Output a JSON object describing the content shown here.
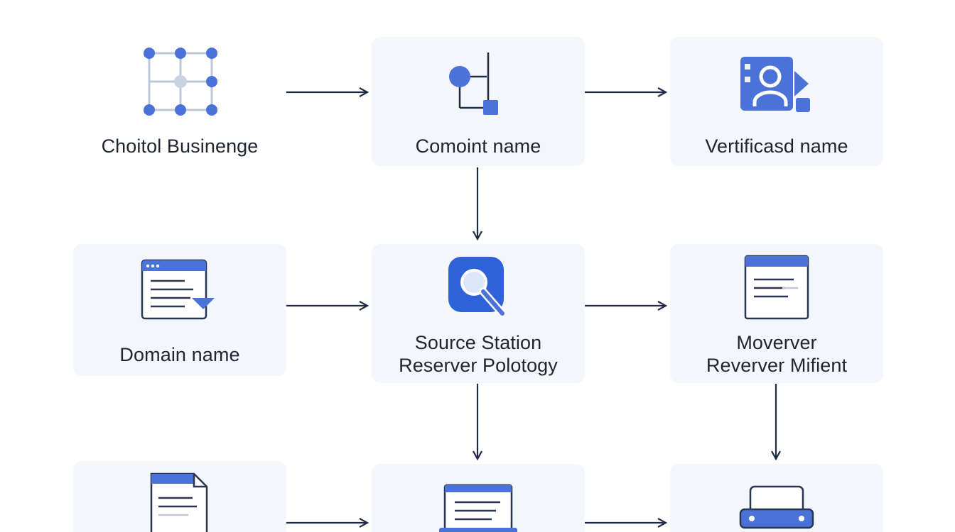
{
  "colors": {
    "accent": "#4a72d8",
    "accent_light": "#bcc8da",
    "card_bg": "#f3f6fa",
    "line": "#1f2a44",
    "text": "#1f2430"
  },
  "nodes": {
    "n1": {
      "label": "Choitol Businenge",
      "icon": "grid-network-icon"
    },
    "n2": {
      "label": "Comoint name",
      "icon": "node-connector-icon"
    },
    "n3": {
      "label": "Vertificasd name",
      "icon": "user-certificate-icon"
    },
    "n4": {
      "label": "Domain name",
      "icon": "browser-document-icon"
    },
    "n5": {
      "label_line1": "Source Station",
      "label_line2": "Reserver Polotogy",
      "icon": "search-icon"
    },
    "n6": {
      "label_line1": "Moverver",
      "label_line2": "Reverver Mifient",
      "icon": "window-list-icon"
    },
    "n7": {
      "icon": "file-document-icon"
    },
    "n8": {
      "icon": "laptop-icon"
    },
    "n9": {
      "icon": "router-device-icon"
    }
  }
}
